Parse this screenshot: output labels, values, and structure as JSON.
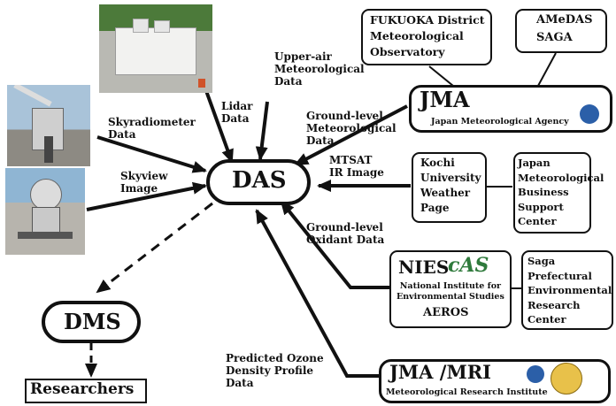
{
  "center": {
    "das": "DAS",
    "dms": "DMS",
    "researchers": "Researchers"
  },
  "flows": {
    "lidar": "Lidar\nData",
    "upper_air": "Upper-air\nMeteorological\nData",
    "skyradiometer": "Skyradiometer\nData",
    "skyview": "Skyview\nImage",
    "ground_level_met": "Ground-level\nMeteorological\nData",
    "mtsat": "MTSAT\nIR Image",
    "oxidant": "Ground-level\nOxidant Data",
    "ozone": "Predicted Ozone\nDensity Profile\nData"
  },
  "sources": {
    "fukuoka": "FUKUOKA District\nMeteorological\nObservatory",
    "amedas": "AMeDAS\nSAGA",
    "jma_title": "JMA",
    "jma_sub": "Japan Meteorological Agency",
    "kochi": "Kochi\nUniversity\nWeather\nPage",
    "jmbsc": "Japan\nMeteorological\nBusiness\nSupport\nCenter",
    "nies_title": "NIES",
    "nies_sub": "National Institute for\nEnvironmental Studies",
    "aeros": "AEROS",
    "saga_pref": "Saga\nPrefectural\nEnvironmental\nResearch\nCenter",
    "jma_mri_title": "JMA /MRI",
    "jma_mri_sub": "Meteorological Research Institute"
  }
}
